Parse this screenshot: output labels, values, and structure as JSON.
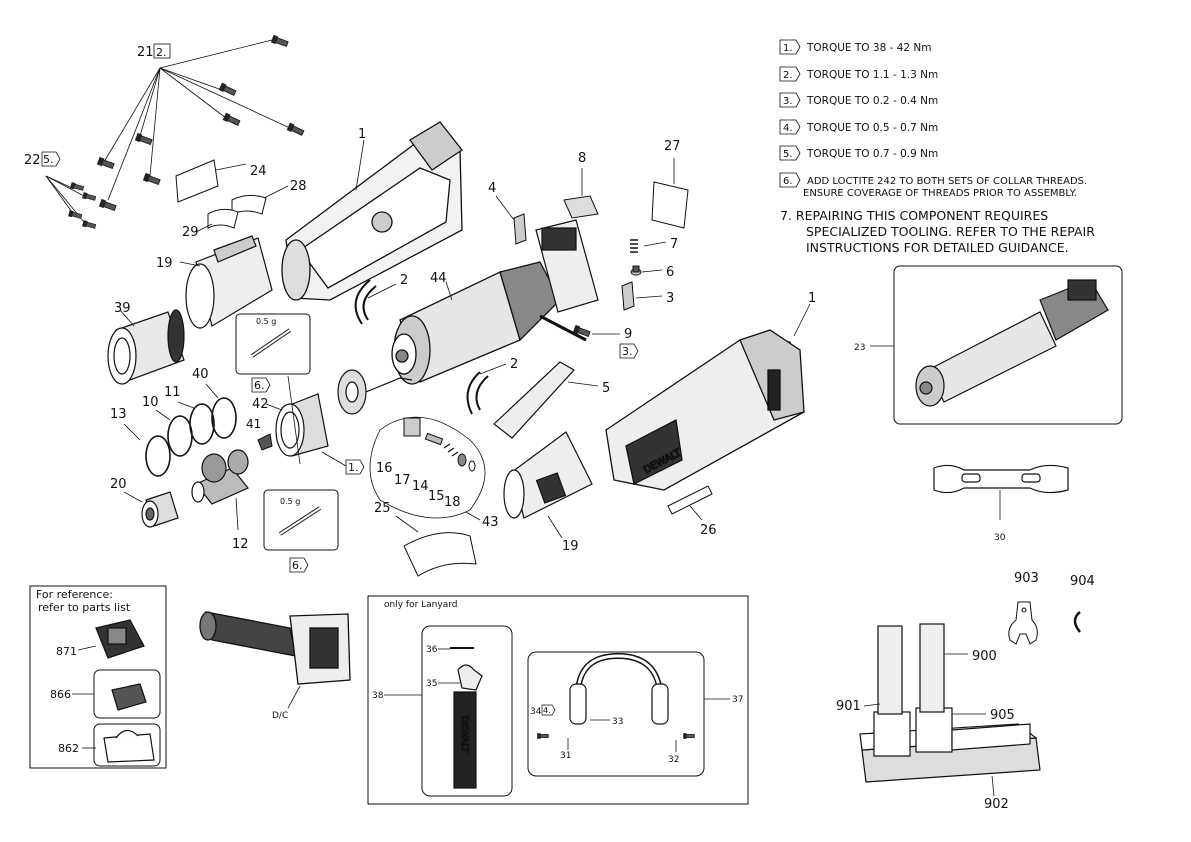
{
  "notes": [
    {
      "num": "1.",
      "text": "TORQUE TO 38 - 42 Nm"
    },
    {
      "num": "2.",
      "text": "TORQUE TO 1.1 - 1.3 Nm"
    },
    {
      "num": "3.",
      "text": "TORQUE TO 0.2 - 0.4 Nm"
    },
    {
      "num": "4.",
      "text": "TORQUE TO 0.5 - 0.7 Nm"
    },
    {
      "num": "5.",
      "text": "TORQUE TO 0.7 - 0.9 Nm"
    },
    {
      "num": "6.",
      "text": "ADD LOCTITE 242 TO BOTH SETS OF COLLAR THREADS.",
      "text2": "ENSURE COVERAGE OF THREADS PRIOR TO ASSEMBLY."
    }
  ],
  "note7": {
    "line1": "7. REPAIRING THIS COMPONENT REQUIRES",
    "line2": "SPECIALIZED TOOLING. REFER TO THE REPAIR",
    "line3": "INSTRUCTIONS FOR DETAILED GUIDANCE."
  },
  "grease_label": "0.5 g",
  "reference": {
    "title1": "For reference:",
    "title2": "refer to parts list",
    "items": [
      "871",
      "866",
      "862"
    ]
  },
  "dc_label": "D/C",
  "lanyard": {
    "title": "only for Lanyard",
    "parts": [
      "36",
      "35",
      "38",
      "37",
      "34",
      "33",
      "31",
      "32"
    ]
  },
  "parts": {
    "p1": "1",
    "p1b": "1",
    "p2": "2",
    "p2b": "2",
    "p3": "3",
    "p4": "4",
    "p5": "5",
    "p6": "6",
    "p7": "7",
    "p8": "8",
    "p9": "9",
    "p10": "10",
    "p11": "11",
    "p12": "12",
    "p13": "13",
    "p14": "14",
    "p15": "15",
    "p16": "16",
    "p17": "17",
    "p18": "18",
    "p19": "19",
    "p19b": "19",
    "p20": "20",
    "p21": "21",
    "p22": "22",
    "p23": "23",
    "p24": "24",
    "p25": "25",
    "p26": "26",
    "p27": "27",
    "p28": "28",
    "p29": "29",
    "p30": "30",
    "p39": "39",
    "p40": "40",
    "p41": "41",
    "p42": "42",
    "p43": "43",
    "p44": "44",
    "p900": "900",
    "p901": "901",
    "p902": "902",
    "p903": "903",
    "p904": "904",
    "p905": "905"
  },
  "flags": {
    "f21": "2.",
    "f22": "5.",
    "f9": "3.",
    "f42": "6.",
    "f1": "1.",
    "f12": "6.",
    "f34": "4."
  },
  "brand": "DEWALT"
}
